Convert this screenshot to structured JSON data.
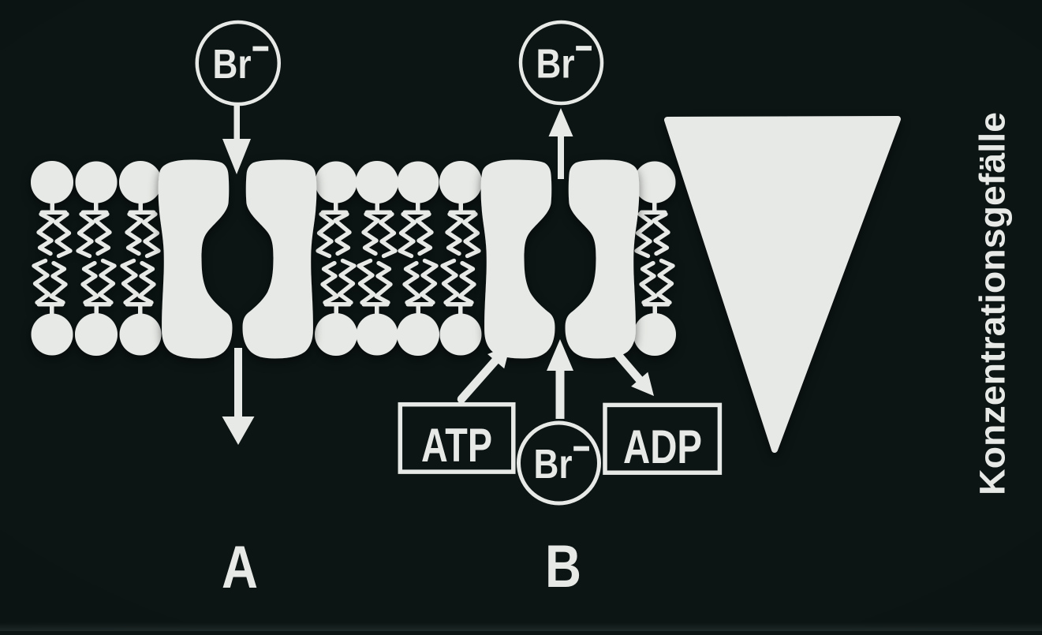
{
  "colors": {
    "background": "#0c1514",
    "ink": "#e7e9e6"
  },
  "figure": {
    "panel_a": {
      "label": "A",
      "ion_top": {
        "text": "Br",
        "charge": "−"
      }
    },
    "panel_b": {
      "label": "B",
      "ion_top": {
        "text": "Br",
        "charge": "−"
      },
      "ion_bottom": {
        "text": "Br",
        "charge": "−"
      },
      "box_atp": "ATP",
      "box_adp": "ADP"
    },
    "gradient": {
      "label": "Konzentrationsgefälle"
    }
  }
}
